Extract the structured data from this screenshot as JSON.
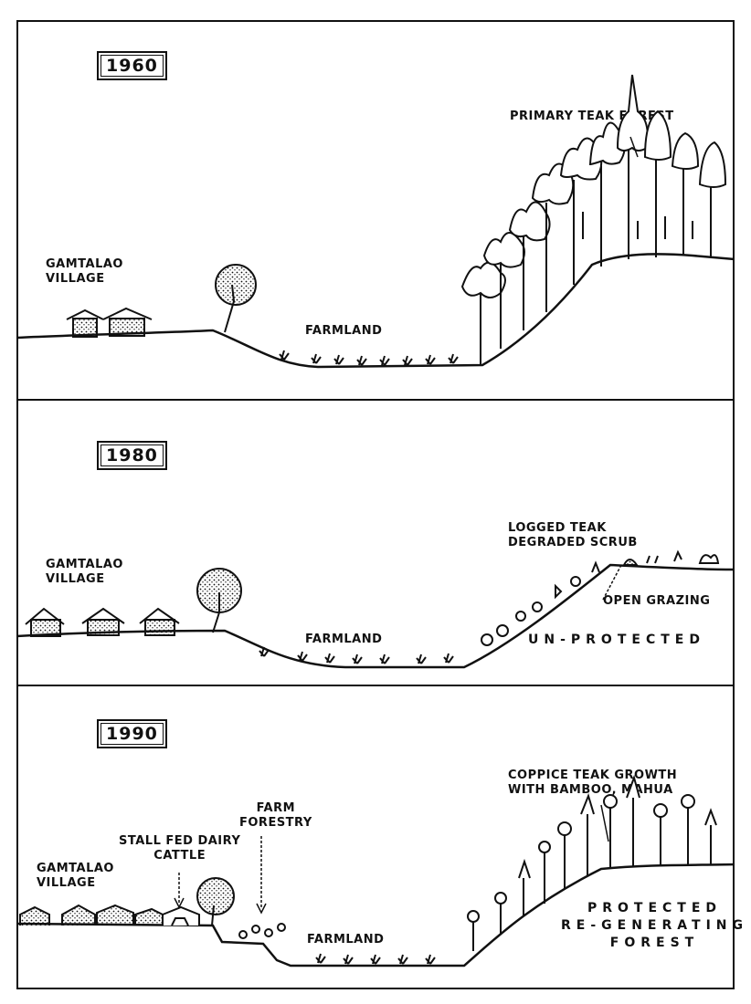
{
  "panels": [
    {
      "year": "1960",
      "labels": {
        "village": "GAMTALAO\nVILLAGE",
        "farmland": "FARMLAND",
        "forest": "PRIMARY TEAK FOREST"
      }
    },
    {
      "year": "1980",
      "labels": {
        "village": "GAMTALAO\nVILLAGE",
        "farmland": "FARMLAND",
        "forest": "LOGGED TEAK\nDEGRADED SCRUB",
        "grazing": "OPEN GRAZING",
        "status": "UN-PROTECTED"
      }
    },
    {
      "year": "1990",
      "labels": {
        "village": "GAMTALAO\nVILLAGE",
        "dairy": "STALL FED DAIRY\nCATTLE",
        "farm_forestry": "FARM\nFORESTRY",
        "farmland": "FARMLAND",
        "forest": "COPPICE TEAK GROWTH\nWITH BAMBOO, MAHUA",
        "status": "PROTECTED\nRE-GENERATING\nFOREST"
      }
    }
  ]
}
